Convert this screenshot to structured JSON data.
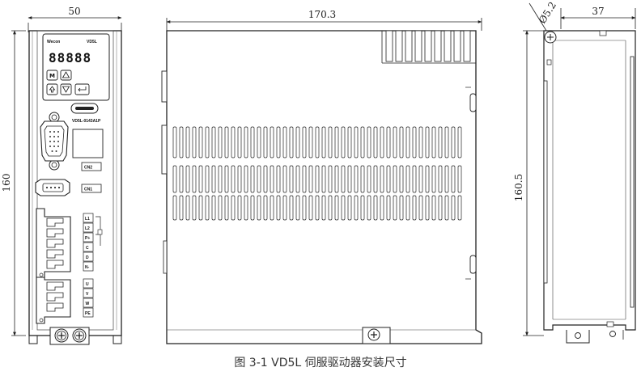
{
  "front_view": {
    "width_dim": "50",
    "height_dim": "160",
    "logo": "Wecon",
    "model_badge": "VD5L",
    "display_digits": "88888",
    "part_number": "VD5L-0143A1P",
    "ports": [
      "CN2",
      "CN1"
    ],
    "terminals_top": [
      "L1",
      "L2",
      "P+",
      "C",
      "D",
      "N-"
    ],
    "terminals_bottom": [
      "U",
      "V",
      "W",
      "PE"
    ]
  },
  "side_view": {
    "length_dim": "170.3"
  },
  "rear_view": {
    "width_dim": "37",
    "height_dim": "160.5",
    "hole_dim": "Ø5.2"
  },
  "caption": "图 3-1 VD5L 伺服驱动器安装尺寸"
}
